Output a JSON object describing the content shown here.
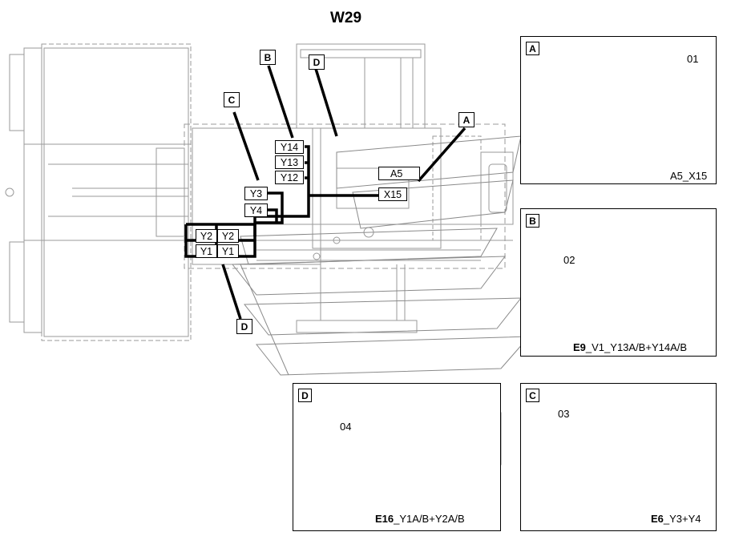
{
  "title": "W29",
  "callouts": {
    "A": "A",
    "B": "B",
    "C": "C",
    "D_top": "D",
    "D_bottom": "D"
  },
  "connectors": {
    "y14": "Y14",
    "y13": "Y13",
    "y12": "Y12",
    "y3": "Y3",
    "y4": "Y4",
    "y2_left": "Y2",
    "y2_right": "Y2",
    "y1_left": "Y1",
    "y1_right": "Y1",
    "a5": "A5",
    "x15": "X15"
  },
  "panels": {
    "a": {
      "letter": "A",
      "part": "01",
      "caption_code": "",
      "caption_text": "A5_X15"
    },
    "b": {
      "letter": "B",
      "part": "02",
      "caption_code": "E9",
      "caption_text": "_V1_Y13A/B+Y14A/B"
    },
    "c": {
      "letter": "C",
      "part": "03",
      "caption_code": "E6",
      "caption_text": "_Y3+Y4"
    },
    "d": {
      "letter": "D",
      "part": "04",
      "caption_code": "E16",
      "caption_text": "_Y1A/B+Y2A/B"
    }
  },
  "colors": {
    "line": "#000000",
    "machine_line": "#9a9a9a",
    "background": "#ffffff"
  }
}
